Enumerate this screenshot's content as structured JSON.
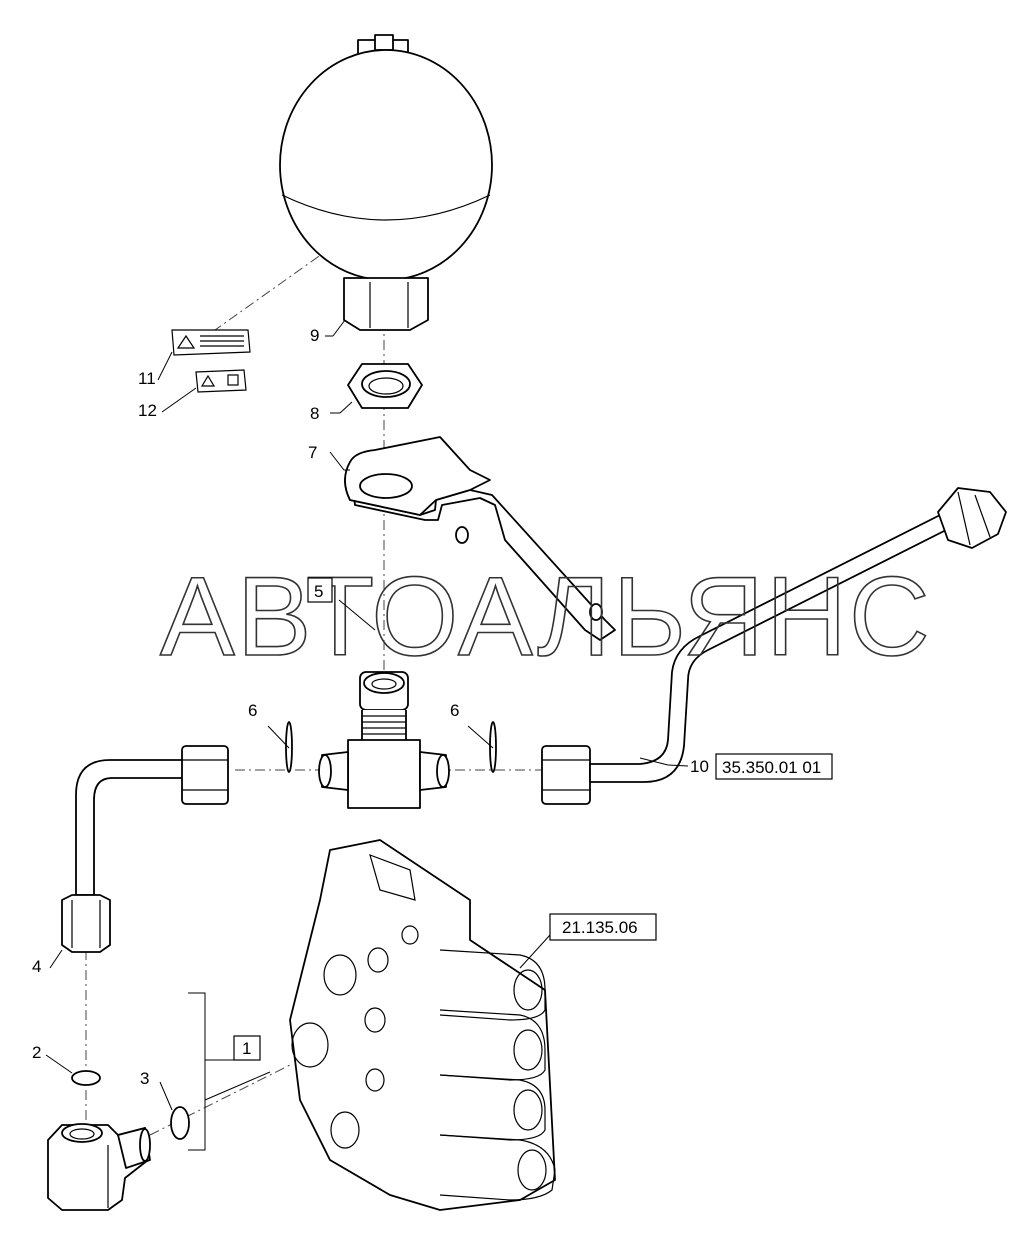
{
  "callouts": {
    "c1": "1",
    "c2": "2",
    "c3": "3",
    "c4": "4",
    "c5": "5",
    "c6a": "6",
    "c6b": "6",
    "c7": "7",
    "c8": "8",
    "c9": "9",
    "c10": "10",
    "c11": "11",
    "c12": "12"
  },
  "references": {
    "pipe_ref": "35.350.01 01",
    "valve_ref": "21.135.06"
  },
  "watermark": "АВТОАЛЬЯНС"
}
